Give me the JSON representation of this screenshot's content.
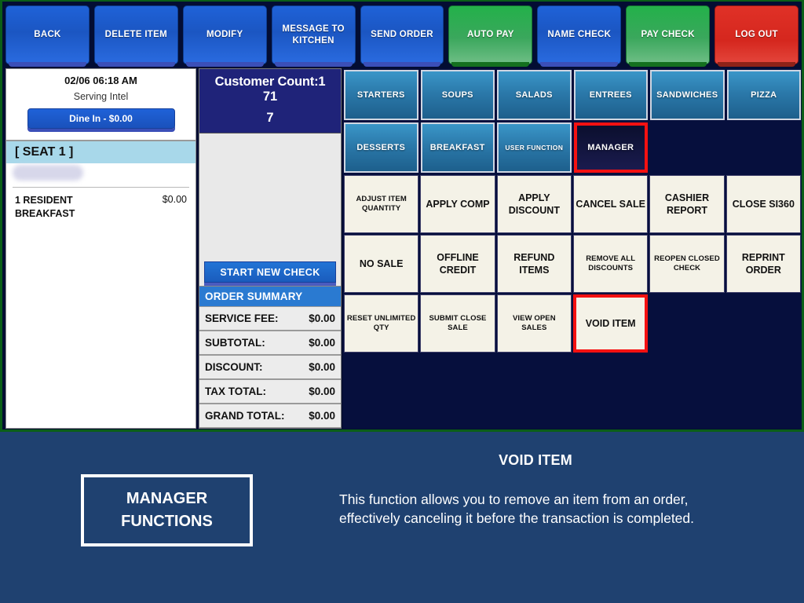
{
  "toolbar": {
    "buttons": [
      {
        "label": "BACK",
        "style": "blue"
      },
      {
        "label": "DELETE ITEM",
        "style": "blue"
      },
      {
        "label": "MODIFY",
        "style": "blue"
      },
      {
        "label": "MESSAGE TO KITCHEN",
        "style": "blue"
      },
      {
        "label": "SEND ORDER",
        "style": "blue"
      },
      {
        "label": "AUTO PAY",
        "style": "green"
      },
      {
        "label": "NAME CHECK",
        "style": "blue"
      },
      {
        "label": "PAY CHECK",
        "style": "green"
      },
      {
        "label": "LOG OUT",
        "style": "red"
      }
    ]
  },
  "check_panel": {
    "timestamp": "02/06 06:18 AM",
    "serving_label": "Serving Intel",
    "order_type_button": "Dine In - $0.00",
    "seat_label": "[ SEAT 1 ]",
    "items": [
      {
        "name": "1 RESIDENT BREAKFAST",
        "price": "$0.00"
      }
    ]
  },
  "mid_panel": {
    "customer_count_line1": "Customer Count:1",
    "customer_count_line2": "71",
    "customer_count_line3": "7",
    "start_new_check": "START NEW CHECK",
    "summary_header": "ORDER SUMMARY",
    "summary_rows": [
      {
        "label": "SERVICE FEE:",
        "value": "$0.00"
      },
      {
        "label": "SUBTOTAL:",
        "value": "$0.00"
      },
      {
        "label": "DISCOUNT:",
        "value": "$0.00"
      },
      {
        "label": "TAX TOTAL:",
        "value": "$0.00"
      },
      {
        "label": "GRAND TOTAL:",
        "value": "$0.00"
      }
    ]
  },
  "menu": {
    "categories": [
      {
        "label": "STARTERS",
        "active": false,
        "small": false
      },
      {
        "label": "SOUPS",
        "active": false,
        "small": false
      },
      {
        "label": "SALADS",
        "active": false,
        "small": false
      },
      {
        "label": "ENTREES",
        "active": false,
        "small": false
      },
      {
        "label": "SANDWICHES",
        "active": false,
        "small": false
      },
      {
        "label": "PIZZA",
        "active": false,
        "small": false
      },
      {
        "label": "DESSERTS",
        "active": false,
        "small": false
      },
      {
        "label": "BREAKFAST",
        "active": false,
        "small": false
      },
      {
        "label": "USER FUNCTION",
        "active": false,
        "small": true
      },
      {
        "label": "MANAGER",
        "active": true,
        "small": false
      },
      {
        "label": "",
        "active": false,
        "small": false
      },
      {
        "label": "",
        "active": false,
        "small": false
      }
    ],
    "functions": [
      {
        "label": "ADJUST ITEM QUANTITY",
        "small": true,
        "highlight": false
      },
      {
        "label": "APPLY COMP",
        "small": false,
        "highlight": false
      },
      {
        "label": "APPLY DISCOUNT",
        "small": false,
        "highlight": false
      },
      {
        "label": "CANCEL SALE",
        "small": false,
        "highlight": false
      },
      {
        "label": "CASHIER REPORT",
        "small": false,
        "highlight": false
      },
      {
        "label": "CLOSE SI360",
        "small": false,
        "highlight": false
      },
      {
        "label": "NO SALE",
        "small": false,
        "highlight": false
      },
      {
        "label": "OFFLINE CREDIT",
        "small": false,
        "highlight": false
      },
      {
        "label": "REFUND ITEMS",
        "small": false,
        "highlight": false
      },
      {
        "label": "REMOVE ALL DISCOUNTS",
        "small": true,
        "highlight": false
      },
      {
        "label": "REOPEN CLOSED CHECK",
        "small": true,
        "highlight": false
      },
      {
        "label": "REPRINT ORDER",
        "small": false,
        "highlight": false
      },
      {
        "label": "RESET UNLIMITED QTY",
        "small": true,
        "highlight": false
      },
      {
        "label": "SUBMIT CLOSE SALE",
        "small": true,
        "highlight": false
      },
      {
        "label": "VIEW OPEN SALES",
        "small": true,
        "highlight": false
      },
      {
        "label": "VOID ITEM",
        "small": false,
        "highlight": true
      },
      {
        "label": "",
        "small": false,
        "highlight": false
      },
      {
        "label": "",
        "small": false,
        "highlight": false
      }
    ]
  },
  "caption": {
    "badge_line1": "MANAGER",
    "badge_line2": "FUNCTIONS",
    "title": "VOID ITEM",
    "body": "This function allows you to remove an item from an order, effectively canceling it before the transaction is completed."
  },
  "colors": {
    "background": "#1f4170",
    "pos_background": "#030d33",
    "highlight_red": "#f51111",
    "accent_blue": "#2a7ad1",
    "screen_border_green": "#0b5e18"
  }
}
